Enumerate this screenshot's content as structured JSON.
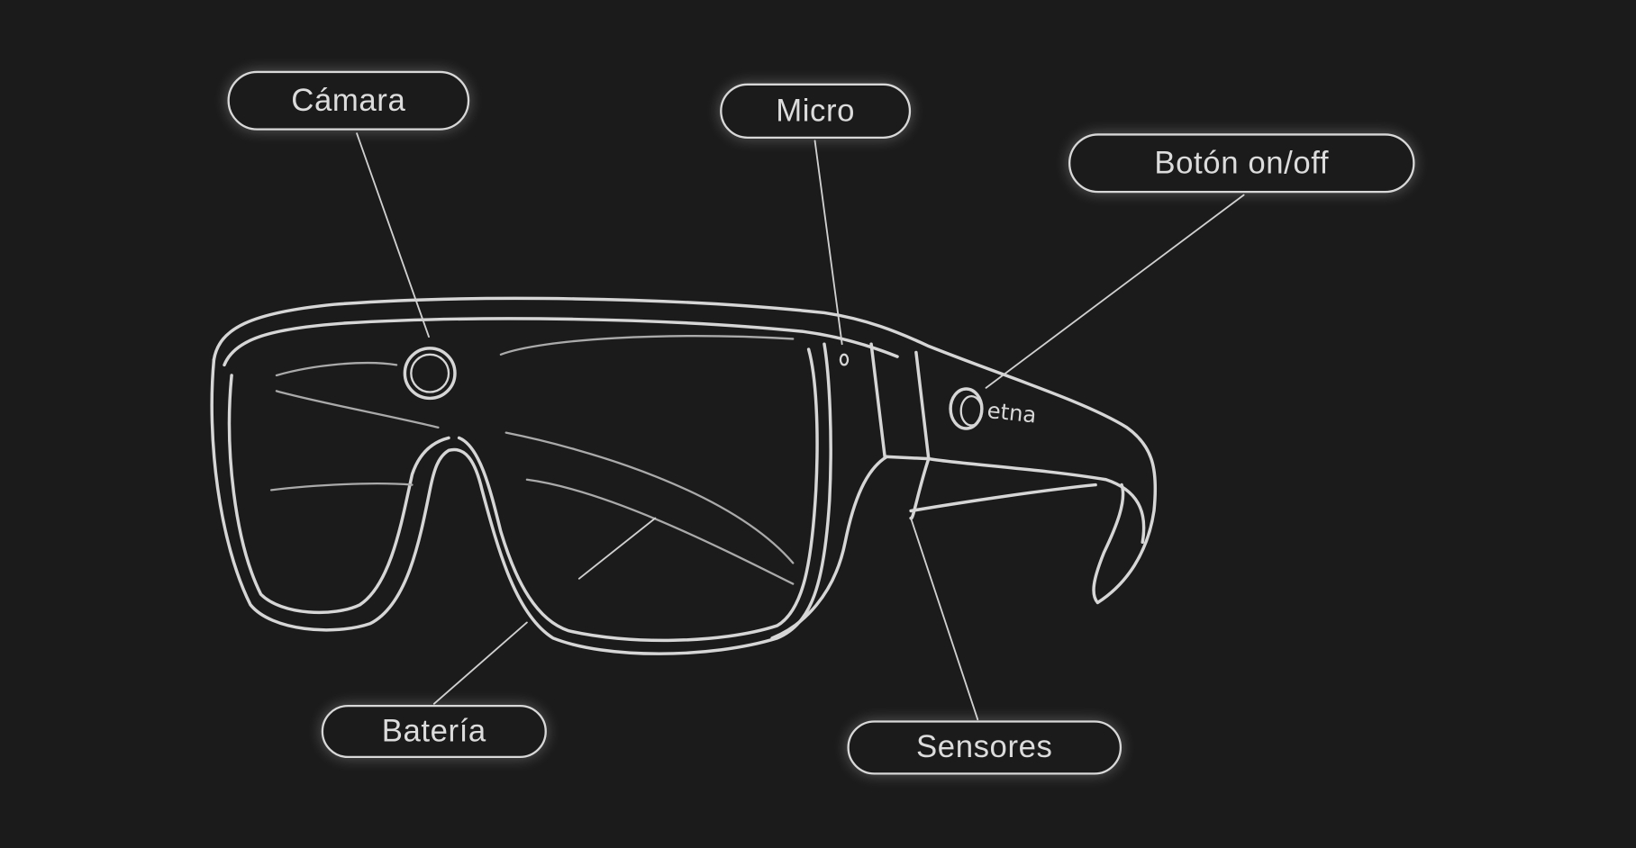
{
  "labels": {
    "camera": "Cámara",
    "micro": "Micro",
    "power_button": "Botón on/off",
    "battery": "Batería",
    "sensors": "Sensores"
  },
  "brand": "etna",
  "colors": {
    "background": "#1b1b1b",
    "stroke": "#d8d8d8"
  }
}
